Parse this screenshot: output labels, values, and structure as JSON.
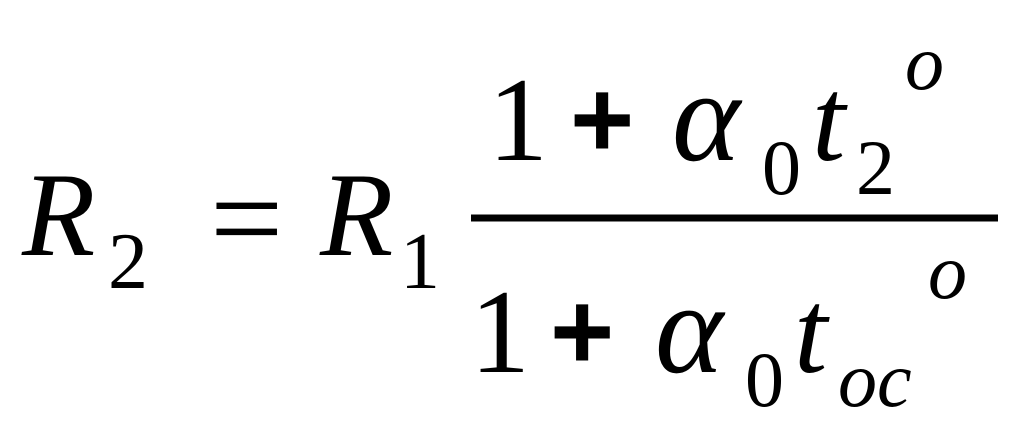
{
  "formula": {
    "lhs": {
      "var": "R",
      "sub": "2"
    },
    "equals": "=",
    "rhs_factor": {
      "var": "R",
      "sub": "1"
    },
    "numerator": {
      "one": "1",
      "plus": "+",
      "alpha": "α",
      "alpha_sub": "0",
      "t": "t",
      "t_sub": "2",
      "deg": "o"
    },
    "denominator": {
      "one": "1",
      "plus": "+",
      "alpha": "α",
      "alpha_sub": "0",
      "t": "t",
      "t_sub": "oc",
      "deg": "o"
    }
  }
}
